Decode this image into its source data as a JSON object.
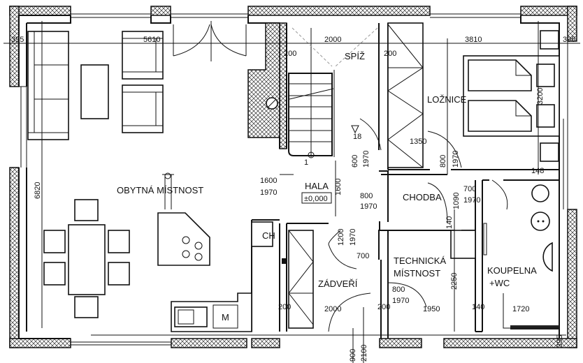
{
  "rooms": {
    "living": "OBYTNÁ MÍSTNOST",
    "hall": "HALA",
    "hall_level": "±0,000",
    "pantry": "SPÍŽ",
    "bedroom": "LOŽNICE",
    "corridor": "CHODBA",
    "technical_1": "TECHNICKÁ",
    "technical_2": "MÍSTNOST",
    "bathroom_1": "KOUPELNA",
    "bathroom_2": "+WC",
    "entry": "ZÁDVEŘÍ",
    "boiler": "CH",
    "washer": "M"
  },
  "dims": [
    "395",
    "5610",
    "200",
    "2000",
    "200",
    "3810",
    "395",
    "6820",
    "3200",
    "1350",
    "600",
    "1970",
    "800",
    "1970",
    "18",
    "1",
    "148",
    "1600",
    "1970",
    "1600",
    "800",
    "1970",
    "1090",
    "700",
    "1970",
    "140",
    "1200",
    "1970",
    "700",
    "800",
    "1970",
    "2250",
    "200",
    "2000",
    "200",
    "1950",
    "140",
    "1720",
    "395",
    "900",
    "2100"
  ]
}
